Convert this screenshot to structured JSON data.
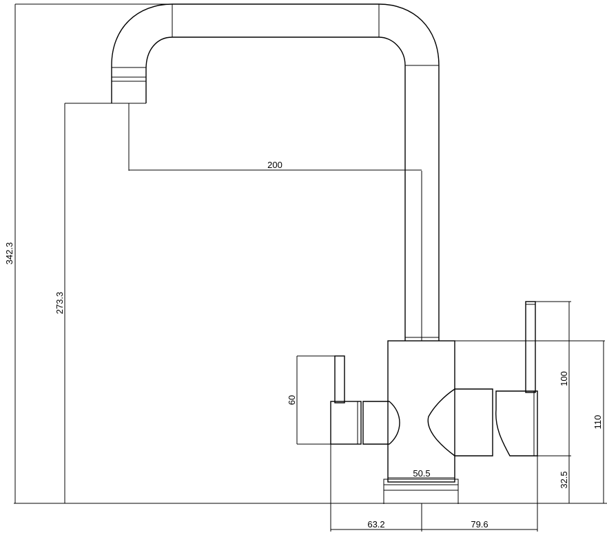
{
  "diagram": {
    "type": "technical-drawing",
    "subject": "faucet",
    "dimensions": {
      "total_height": "342.3",
      "spout_outlet_height": "273.3",
      "spout_reach": "200",
      "left_handle_height": "60",
      "right_handle_height": "100",
      "body_height": "110",
      "base_height": "32.5",
      "base_width": "50.5",
      "left_offset": "63.2",
      "right_offset": "79.6"
    }
  }
}
